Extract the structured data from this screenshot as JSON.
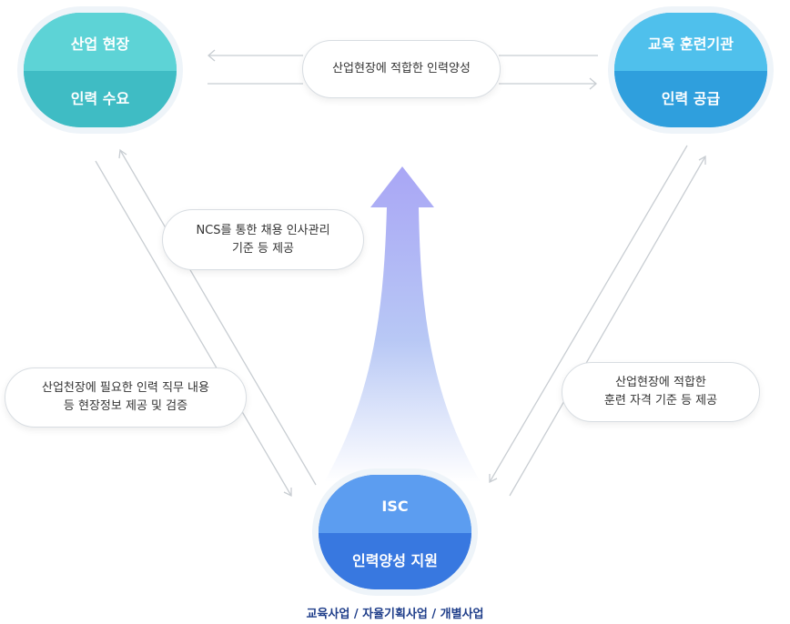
{
  "nodes": {
    "industry": {
      "top": "산업 현장",
      "bottom": "인력 수요"
    },
    "training": {
      "top": "교육 훈련기관",
      "bottom": "인력 공급"
    },
    "isc": {
      "top": "ISC",
      "bottom": "인력양성 지원"
    }
  },
  "bubbles": {
    "top": {
      "line1": "산업현장에 적합한 인력양성"
    },
    "ncs": {
      "line1": "NCS를 통한 채용 인사관리",
      "line2": "기준 등 제공"
    },
    "left": {
      "line1": "산업천장에 필요한 인력 직무 내용",
      "line2": "등 현장정보 제공 및 검증"
    },
    "right": {
      "line1": "산업현장에 적합한",
      "line2": "훈련 자격 기준 등 제공"
    }
  },
  "footer": {
    "caption": "교육사업 / 자율기획사업 / 개별사업"
  },
  "colors": {
    "industry": "#43c3c9",
    "training": "#3aa8e2",
    "isc": "#3a7fe2",
    "arrow_top": "#a9a6f5",
    "arrow_bottom": "#ffffff",
    "connector": "#c8cdd2",
    "caption": "#1f3e8a"
  }
}
